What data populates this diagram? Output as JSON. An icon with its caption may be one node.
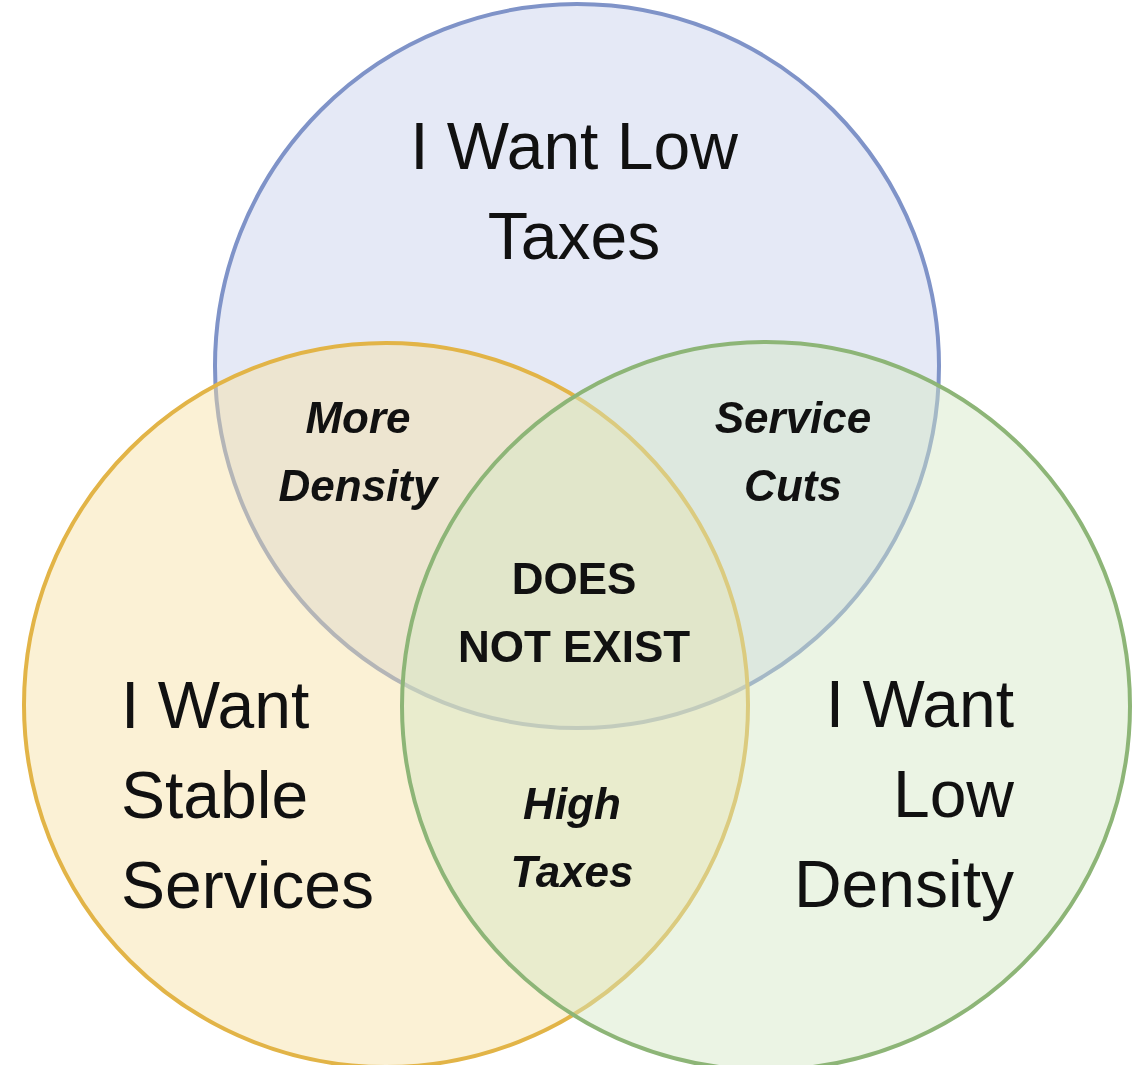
{
  "diagram": {
    "nodes": [
      {
        "text": [
          "I Want Low Taxes"
        ]
      },
      {
        "text": [
          "I Want Stable Services"
        ]
      },
      {
        "text": [
          "I Want Low Density"
        ]
      }
    ],
    "labels": [
      "More Density",
      "Service Cuts",
      "DOES NOT EXIST",
      "High Taxes"
    ]
  }
}
